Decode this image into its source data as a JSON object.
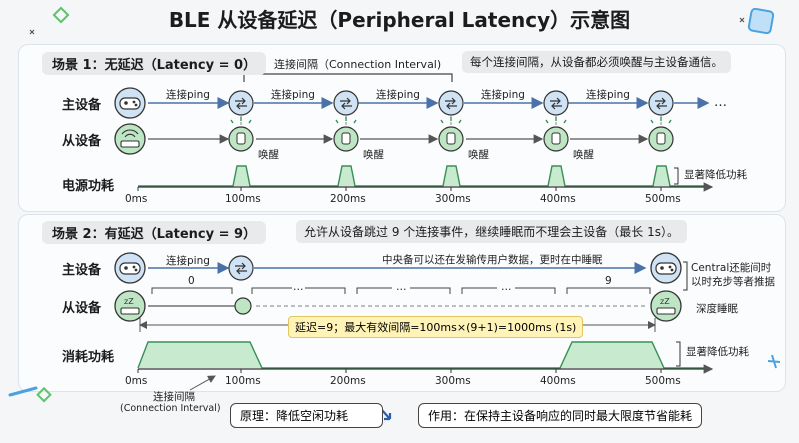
{
  "title": "BLE 从设备延迟（Peripheral Latency）示意图",
  "scene1": {
    "label": "场景 1：无延迟（Latency = 0）",
    "interval_label": "连接间隔（Connection Interval)",
    "note": "每个连接间隔，从设备都必须唤醒与主设备通信。",
    "master_label": "主设备",
    "slave_label": "从设备",
    "power_label": "电源功耗",
    "ping": "连接ping",
    "wake": "唤醒",
    "ellipsis": "…",
    "ticks": [
      "0ms",
      "100ms",
      "200ms",
      "300ms",
      "400ms",
      "500ms"
    ],
    "power_note": "显著降低功耗"
  },
  "scene2": {
    "label": "场景 2：有延迟（Latency = 9）",
    "note": "允许从设备跳过 9 个连接事件，继续睡眠而不理会主设备（最长 1s）。",
    "master_label": "主设备",
    "slave_label": "从设备",
    "power_label": "消耗功耗",
    "ping": "连接ping",
    "central_note": "中央备可以还在发输传用户数据，更时在中睡眠",
    "count_start": "0",
    "count_end": "9",
    "dots": "…",
    "latency_formula": "延迟=9；最大有效间隔=100ms×(9+1)=1000ms (1s)",
    "right_note_1": "Central还能间时",
    "right_note_2": "以时充步等者推据",
    "deep_sleep": "深度睡眠",
    "power_note": "显著降低功耗",
    "ticks": [
      "0ms",
      "100ms",
      "200ms",
      "300ms",
      "400ms",
      "500ms"
    ],
    "interval_cn": "连接间隔",
    "interval_en": "(Connection Interval)",
    "principle": "原理：降低空闲功耗",
    "effect": "作用：在保持主设备响应的同时最大限度节省能耗"
  },
  "colors": {
    "node_blue": "#cfe3f4",
    "node_green": "#bfe6c4",
    "arrow": "#4a72a8",
    "fill_green": "#c8ebcf",
    "stroke_green": "#3a8f55"
  }
}
